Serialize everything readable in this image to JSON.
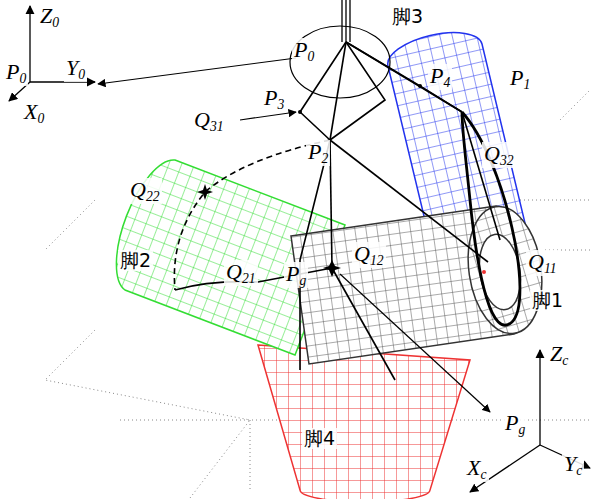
{
  "diagram": {
    "labels": [
      "Z0",
      "P0",
      "Y0",
      "X0",
      "P0",
      "脚3",
      "P3",
      "P4",
      "P1",
      "Q31",
      "Q32",
      "P2",
      "Q22",
      "脚2",
      "Q21",
      "Pg",
      "Q12",
      "Q11",
      "脚1",
      "Zc",
      "Pg",
      "Xc",
      "Yc",
      "脚4"
    ]
  }
}
